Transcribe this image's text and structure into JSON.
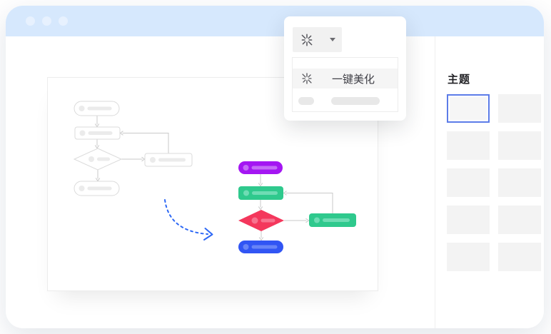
{
  "titlebar": {
    "dot_count": 3
  },
  "popup": {
    "toolbar_button": {
      "icon": "beautify-burst-icon",
      "caret_icon": "caret-down-icon"
    },
    "menu_items": [
      {
        "icon": "beautify-burst-icon",
        "label": "一键美化",
        "state": "highlighted"
      },
      {
        "type": "skeleton-placeholder-row"
      }
    ]
  },
  "sidebar": {
    "title": "主题",
    "themes": [
      {
        "selected": true
      },
      {
        "selected": false
      },
      {
        "selected": false
      },
      {
        "selected": false
      },
      {
        "selected": false
      },
      {
        "selected": false
      },
      {
        "selected": false
      },
      {
        "selected": false
      },
      {
        "selected": false
      },
      {
        "selected": false
      }
    ]
  },
  "diagram": {
    "before": {
      "style": "wireframe-grey",
      "nodes": [
        {
          "type": "terminator"
        },
        {
          "type": "process"
        },
        {
          "type": "decision"
        },
        {
          "type": "process"
        },
        {
          "type": "terminator"
        }
      ]
    },
    "after": {
      "style": "themed-color",
      "nodes": [
        {
          "type": "terminator",
          "color": "#A416F2"
        },
        {
          "type": "process",
          "color": "#2FC98D"
        },
        {
          "type": "decision",
          "color": "#F4375C"
        },
        {
          "type": "process",
          "color": "#2FC98D"
        },
        {
          "type": "terminator",
          "color": "#3155F4"
        }
      ]
    },
    "transition_arrow": {
      "style": "dashed-curve",
      "color": "#2D68F5"
    }
  },
  "colors": {
    "titlebar": "#D6E8FD",
    "titlebar_dot": "#E7F1FE",
    "canvas_border": "#ECECEC",
    "wire_stroke": "#DBDBDB",
    "wire_fill": "#FFFFFF",
    "wire_placeholder": "#EBEBEB",
    "connector": "#C9C9C9",
    "purple": "#A416F2",
    "purple_light": "#C46CF7",
    "green": "#2FC98D",
    "green_light": "#6FDCB4",
    "red": "#F4375C",
    "red_light": "#F7738F",
    "blue": "#3155F4",
    "blue_light": "#6884F7",
    "dashed_arrow": "#2D68F5",
    "theme_selected_border": "#5C7CE8",
    "thumbnail_bg": "#F3F3F3",
    "divider": "#EFEFEF",
    "menu_text": "#3F3F46",
    "icon": "#56565C",
    "button_bg": "#F1F1F1",
    "row_highlight": "#F5F5F5",
    "pill": "#E8E8E8",
    "title_text": "#1F1F23"
  }
}
